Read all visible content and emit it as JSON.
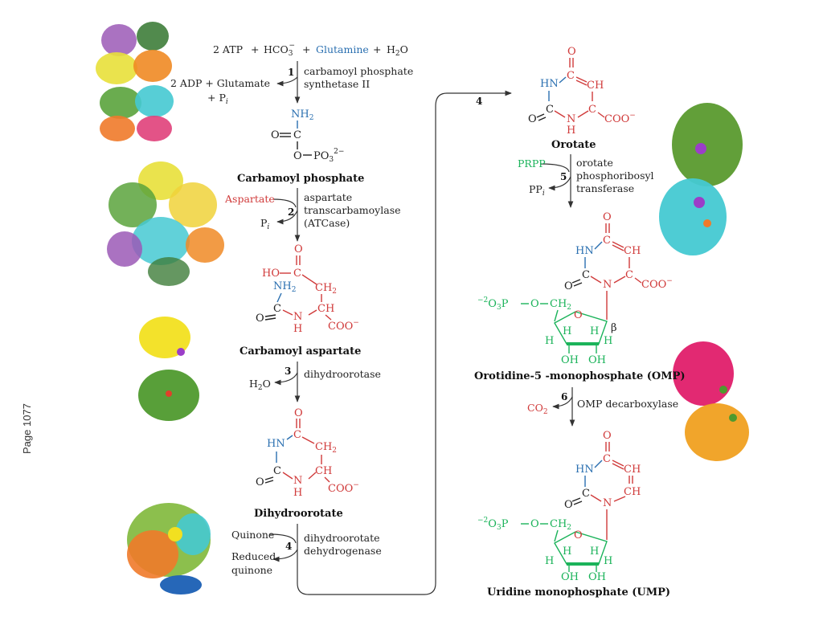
{
  "page_label": "Page 1077",
  "reactions": {
    "r1_inputs": {
      "atp": "2 ATP",
      "plus1": "+",
      "hco3": "HCO",
      "hco3_sub": "3",
      "hco3_sup": "−",
      "plus2": "+",
      "glutamine": "Glutamine",
      "plus3": "+",
      "h2o": "H",
      "h2o_sub": "2",
      "h2o_o": "O"
    },
    "r1_number": "1",
    "r1_enzyme_line1": "carbamoyl phosphate",
    "r1_enzyme_line2": "synthetase II",
    "r1_out_line1": "2 ADP + Glutamate",
    "r1_out_line2": "+ P",
    "r1_out_sub": "i",
    "r2_number": "2",
    "r2_in": "Aspartate",
    "r2_out": "P",
    "r2_out_sub": "i",
    "r2_enzyme_line1": "aspartate",
    "r2_enzyme_line2": "transcarbamoylase",
    "r2_enzyme_line3": "(ATCase)",
    "r3_number": "3",
    "r3_out": "H",
    "r3_out_sub": "2",
    "r3_out_o": "O",
    "r3_enzyme": "dihydroorotase",
    "r4_number": "4",
    "r4_in": "Quinone",
    "r4_out_line1": "Reduced",
    "r4_out_line2": "quinone",
    "r4_enzyme_line1": "dihydroorotate",
    "r4_enzyme_line2": "dehydrogenase",
    "r4_connector_number": "4",
    "r5_number": "5",
    "r5_in": "PRPP",
    "r5_out": "PP",
    "r5_out_sub": "i",
    "r5_enzyme_line1": "orotate",
    "r5_enzyme_line2": "phosphoribosyl",
    "r5_enzyme_line3": "transferase",
    "r6_number": "6",
    "r6_out": "CO",
    "r6_out_sub": "2",
    "r6_enzyme": "OMP decarboxylase"
  },
  "compounds": {
    "carbamoyl_phosphate": "Carbamoyl phosphate",
    "carbamoyl_aspartate": "Carbamoyl aspartate",
    "dihydroorotate": "Dihydroorotate",
    "orotate": "Orotate",
    "omp": "Orotidine-5 -monophosphate (OMP)",
    "ump": "Uridine monophosphate (UMP)"
  },
  "atoms": {
    "nh2": "NH",
    "nh2_sub": "2",
    "o": "O",
    "c": "C",
    "po3": "PO",
    "po3_sub": "3",
    "po3_sup": "2−",
    "ho": "HO",
    "ch2": "CH",
    "ch2_sub": "2",
    "ch": "CH",
    "n": "N",
    "h": "H",
    "hn": "HN",
    "coo": "COO",
    "coo_sup": "−",
    "phos_prefix": "−2",
    "phos_o3p": "O",
    "phos_o3p_sub": "3",
    "phos_p": "P",
    "oh": "OH",
    "beta": "β",
    "dash": "—"
  },
  "colors": {
    "red": "#d03a3a",
    "blue": "#2a6fb0",
    "green": "#1bb35a",
    "black": "#222222"
  },
  "protein_images": [
    "cps-ii-structure",
    "atcase-structure",
    "dihydroorotase-structure",
    "dhodh-structure",
    "oprtase-structure",
    "omp-decarboxylase-structure"
  ]
}
